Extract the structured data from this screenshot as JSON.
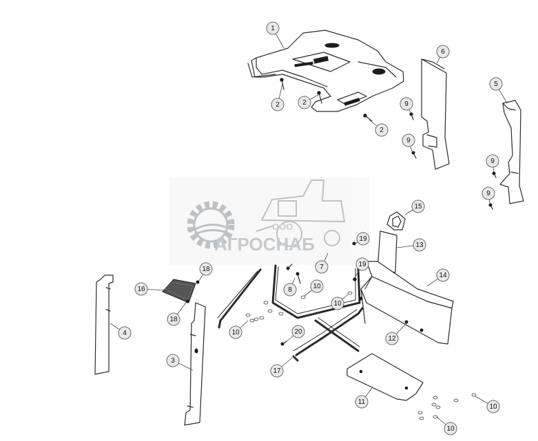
{
  "diagram": {
    "callouts": [
      {
        "id": "c1",
        "label": "1"
      },
      {
        "id": "c2a",
        "label": "2"
      },
      {
        "id": "c2b",
        "label": "2"
      },
      {
        "id": "c2c",
        "label": "2"
      },
      {
        "id": "c3",
        "label": "3"
      },
      {
        "id": "c4",
        "label": "4"
      },
      {
        "id": "c5",
        "label": "5"
      },
      {
        "id": "c6",
        "label": "6"
      },
      {
        "id": "c7",
        "label": "7"
      },
      {
        "id": "c8",
        "label": "8"
      },
      {
        "id": "c9a",
        "label": "9"
      },
      {
        "id": "c9b",
        "label": "9"
      },
      {
        "id": "c9c",
        "label": "9"
      },
      {
        "id": "c9d",
        "label": "9"
      },
      {
        "id": "c10a",
        "label": "10"
      },
      {
        "id": "c10b",
        "label": "10"
      },
      {
        "id": "c10c",
        "label": "10"
      },
      {
        "id": "c10d",
        "label": "10"
      },
      {
        "id": "c10e",
        "label": "10"
      },
      {
        "id": "c11",
        "label": "11"
      },
      {
        "id": "c12",
        "label": "12"
      },
      {
        "id": "c13",
        "label": "13"
      },
      {
        "id": "c14",
        "label": "14"
      },
      {
        "id": "c15",
        "label": "15"
      },
      {
        "id": "c16",
        "label": "16"
      },
      {
        "id": "c17",
        "label": "17"
      },
      {
        "id": "c18a",
        "label": "18"
      },
      {
        "id": "c18b",
        "label": "18"
      },
      {
        "id": "c19a",
        "label": "19"
      },
      {
        "id": "c19b",
        "label": "19"
      },
      {
        "id": "c20",
        "label": "20"
      }
    ]
  },
  "watermark": {
    "prefix": "ООО",
    "name": "АГРОСНАБ",
    "color": "#9aa0a6"
  }
}
